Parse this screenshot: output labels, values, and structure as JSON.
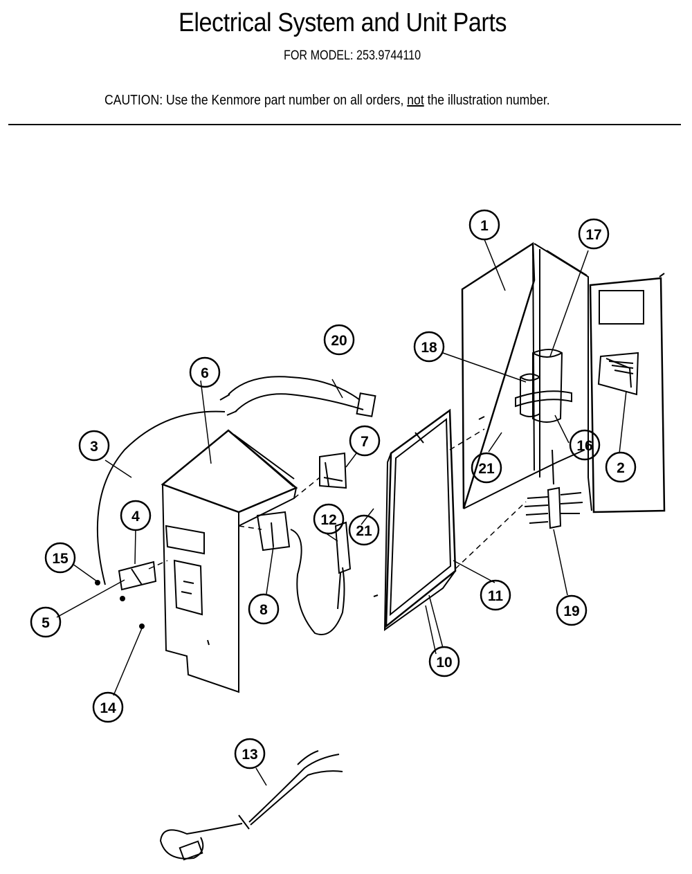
{
  "header": {
    "title": "Electrical System and Unit Parts",
    "model_line": "FOR MODEL:  253.9744110",
    "caution_prefix": "CAUTION:  Use the Kenmore part number on all orders, ",
    "caution_not": "not",
    "caution_suffix": " the illustration number."
  },
  "callouts": [
    {
      "id": "c1",
      "label": "1"
    },
    {
      "id": "c2",
      "label": "2"
    },
    {
      "id": "c3",
      "label": "3"
    },
    {
      "id": "c4",
      "label": "4"
    },
    {
      "id": "c5",
      "label": "5"
    },
    {
      "id": "c6",
      "label": "6"
    },
    {
      "id": "c7",
      "label": "7"
    },
    {
      "id": "c8",
      "label": "8"
    },
    {
      "id": "c10",
      "label": "10"
    },
    {
      "id": "c11",
      "label": "11"
    },
    {
      "id": "c12",
      "label": "12"
    },
    {
      "id": "c13",
      "label": "13"
    },
    {
      "id": "c14",
      "label": "14"
    },
    {
      "id": "c15",
      "label": "15"
    },
    {
      "id": "c16",
      "label": "16"
    },
    {
      "id": "c17",
      "label": "17"
    },
    {
      "id": "c18",
      "label": "18"
    },
    {
      "id": "c19",
      "label": "19"
    },
    {
      "id": "c20",
      "label": "20"
    },
    {
      "id": "c21a",
      "label": "21"
    },
    {
      "id": "c21b",
      "label": "21"
    }
  ]
}
